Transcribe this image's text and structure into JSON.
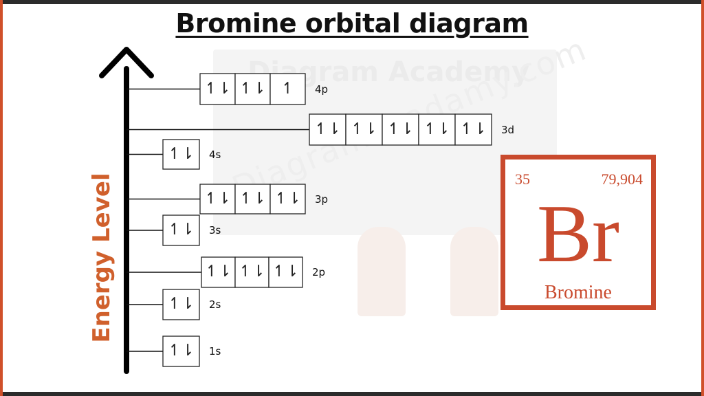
{
  "title": "Bromine orbital diagram",
  "axis_label": "Energy Level",
  "watermark": {
    "header": "Diagram Academy",
    "diagonal": "Diagramacadamy.com"
  },
  "orbitals": [
    {
      "label": "1s",
      "boxes": [
        "↿⇂"
      ]
    },
    {
      "label": "2s",
      "boxes": [
        "↿⇂"
      ]
    },
    {
      "label": "2p",
      "boxes": [
        "↿⇂",
        "↿⇂",
        "↿⇂"
      ]
    },
    {
      "label": "3s",
      "boxes": [
        "↿⇂"
      ]
    },
    {
      "label": "3p",
      "boxes": [
        "↿⇂",
        "↿⇂",
        "↿⇂"
      ]
    },
    {
      "label": "4s",
      "boxes": [
        "↿⇂"
      ]
    },
    {
      "label": "3d",
      "boxes": [
        "↿⇂",
        "↿⇂",
        "↿⇂",
        "↿⇂",
        "↿⇂"
      ]
    },
    {
      "label": "4p",
      "boxes": [
        "↿⇂",
        "↿⇂",
        "↿"
      ]
    }
  ],
  "element": {
    "atomic_number": "35",
    "atomic_mass": "79,904",
    "symbol": "Br",
    "name": "Bromine",
    "color": "#c94a2d"
  },
  "colors": {
    "axis_label": "#d0602c",
    "frame_side": "#d0502a",
    "frame_bar": "#2b2b2b"
  }
}
